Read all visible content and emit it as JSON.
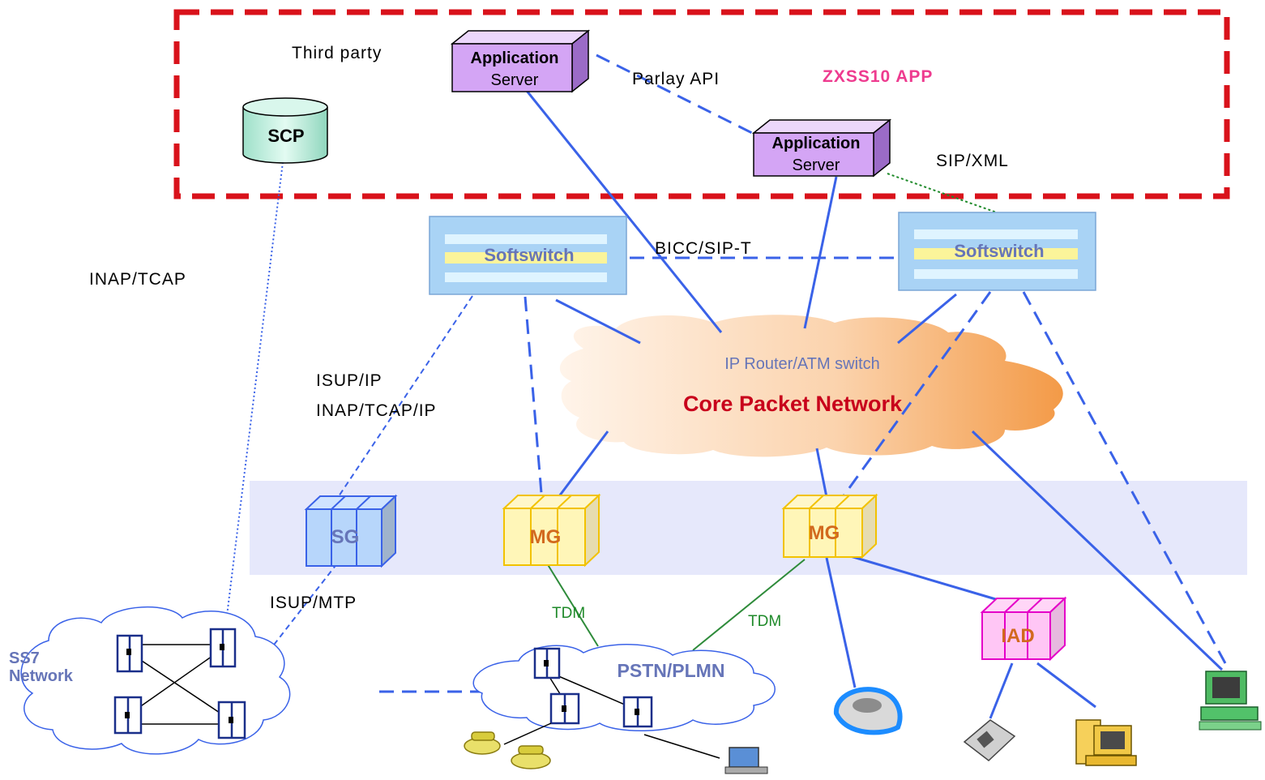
{
  "diagram": {
    "app_zone": {
      "title": "ZXSS10 APP",
      "third_party_label": "Third party"
    },
    "nodes": {
      "scp": "SCP",
      "app_server_1": {
        "line1": "Application",
        "line2": "Server"
      },
      "app_server_2": {
        "line1": "Application",
        "line2": "Server"
      },
      "softswitch_1": "Softswitch",
      "softswitch_2": "Softswitch",
      "core_network": {
        "subtitle": "IP Router/ATM switch",
        "title": "Core Packet Network"
      },
      "sg": "SG",
      "mg_1": "MG",
      "mg_2": "MG",
      "iad": "IAD",
      "ss7_network": {
        "line1": "SS7",
        "line2": "Network"
      },
      "pstn": "PSTN/PLMN"
    },
    "protocols": {
      "parlay": "Parlay API",
      "sip_xml": "SIP/XML",
      "bicc": "BICC/SIP-T",
      "inap_tcap": "INAP/TCAP",
      "isup_ip": "ISUP/IP",
      "inap_tcap_ip": "INAP/TCAP/IP",
      "isup_mtp": "ISUP/MTP",
      "tdm_1": "TDM",
      "tdm_2": "TDM"
    },
    "colors": {
      "zone_border": "#d9121b",
      "title_pink": "#ee3b8f",
      "link_blue": "#3a62e8",
      "link_green": "#1f8a2a",
      "core_title": "#c8001b",
      "gw_orange": "#d2691e",
      "cloud_orange": "#f7a65a",
      "band": "#e6e8fb",
      "server_purple": "#d4a5f5",
      "softswitch_blue": "#a9d3f5",
      "scp_green": "#bfeee0"
    }
  }
}
